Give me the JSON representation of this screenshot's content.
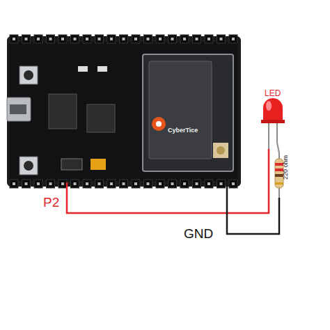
{
  "diagram": {
    "labels": [
      "P2",
      "GND",
      "LED",
      "220 ohm",
      "CyberTice"
    ]
  }
}
